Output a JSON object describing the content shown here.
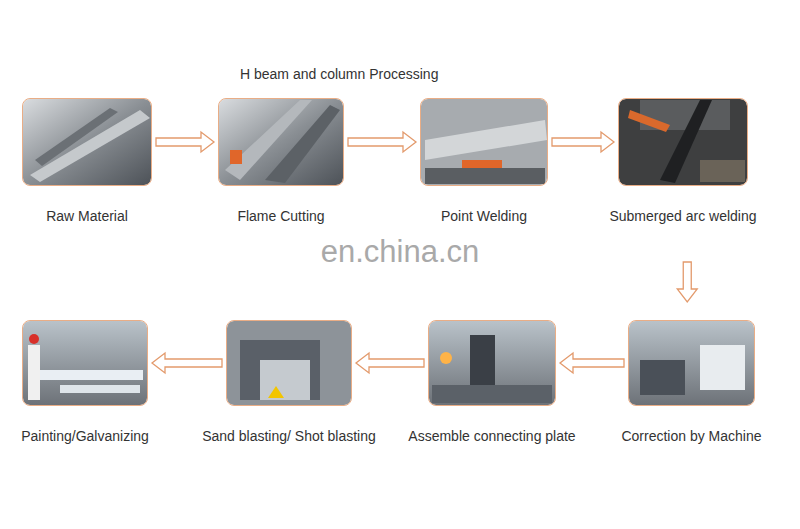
{
  "diagram": {
    "title": "H beam and column Processing",
    "nodes": [
      {
        "text": [
          "Raw Material"
        ]
      },
      {
        "text": [
          "Flame Cutting"
        ]
      },
      {
        "text": [
          "Point Welding"
        ]
      },
      {
        "text": [
          "Submerged arc welding"
        ]
      },
      {
        "text": [
          "Correction by Machine"
        ]
      },
      {
        "text": [
          "Assemble connecting plate"
        ]
      },
      {
        "text": [
          "Sand blasting/ Shot blasting"
        ]
      },
      {
        "text": [
          "Painting/Galvanizing"
        ]
      }
    ],
    "edges": [
      {
        "from": 0,
        "to": 1,
        "arrow": "to"
      },
      {
        "from": 1,
        "to": 2,
        "arrow": "to"
      },
      {
        "from": 2,
        "to": 3,
        "arrow": "to"
      },
      {
        "from": 3,
        "to": 4,
        "arrow": "to"
      },
      {
        "from": 4,
        "to": 5,
        "arrow": "to"
      },
      {
        "from": 5,
        "to": 6,
        "arrow": "to"
      },
      {
        "from": 6,
        "to": 7,
        "arrow": "to"
      }
    ],
    "labels": [
      "en.china.cn"
    ]
  }
}
